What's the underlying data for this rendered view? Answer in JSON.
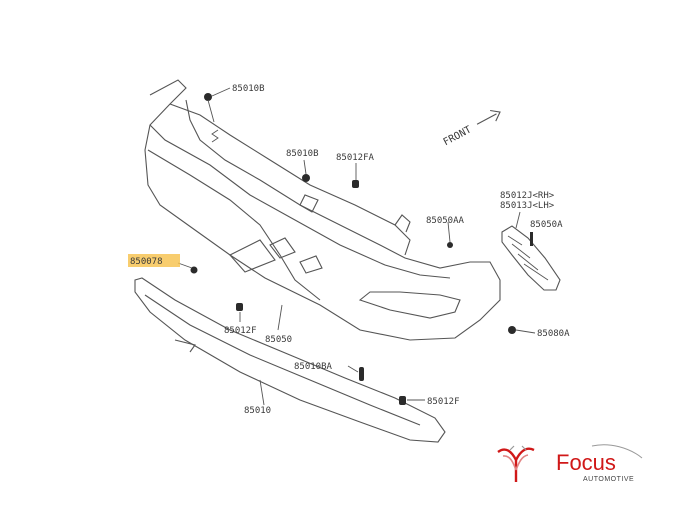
{
  "labels": {
    "p85010B_top": "85010B",
    "p85010B_mid": "85010B",
    "p85012FA": "85012FA",
    "front": "FRONT",
    "p85012J": "85012J<RH>",
    "p85013J": "85013J<LH>",
    "p85050AA": "85050AA",
    "p85050A": "85050A",
    "p850078": "850078",
    "p85012F_left": "85012F",
    "p85050": "85050",
    "p85010BA": "85010BA",
    "p85080A": "85080A",
    "p85012F_right": "85012F",
    "p85010": "85010"
  },
  "logo": {
    "name": "Focus",
    "tagline": "AUTOMOTIVE",
    "color": "#d01818"
  }
}
